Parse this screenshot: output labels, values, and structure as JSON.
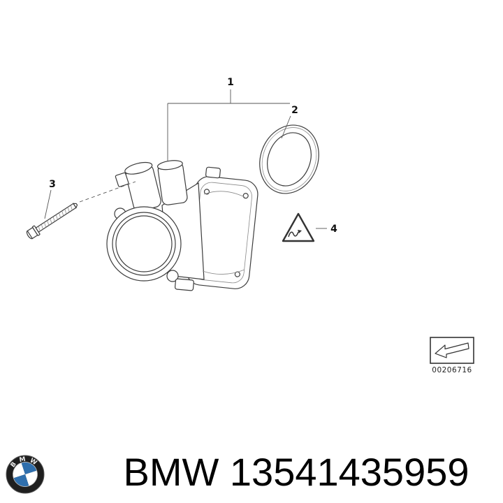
{
  "figure": {
    "callouts": [
      {
        "label": "1"
      },
      {
        "label": "2"
      },
      {
        "label": "3"
      },
      {
        "label": "4"
      }
    ],
    "stamp_number": "00206716"
  },
  "footer": {
    "logo_letters": [
      "B",
      "M",
      "W"
    ],
    "brand": "BMW",
    "part_number": "13541435959"
  },
  "colors": {
    "line": "#3c3c3c",
    "leader_line": "#555555",
    "bmw_blue": "#2f6fad",
    "text": "#000000"
  }
}
